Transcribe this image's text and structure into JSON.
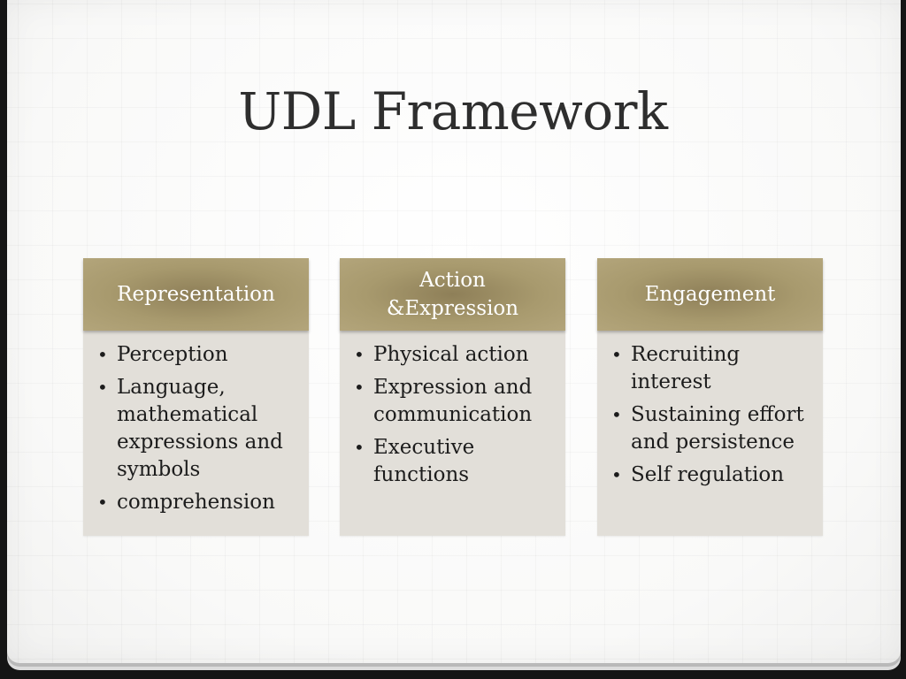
{
  "slide": {
    "title": "UDL Framework"
  },
  "columns": [
    {
      "header": "Representation",
      "items": [
        "Perception",
        "Language, mathematical expressions and symbols",
        "comprehension"
      ]
    },
    {
      "header": "Action\n&Expression",
      "items": [
        "Physical action",
        "Expression and communication",
        "Executive functions"
      ]
    },
    {
      "header": "Engagement",
      "items": [
        "Recruiting interest",
        "Sustaining effort and persistence",
        "Self regulation"
      ]
    }
  ],
  "colors": {
    "header_bg": "#a89a6e",
    "body_bg": "#e2dfd9",
    "title_text": "#2e2e2e"
  }
}
